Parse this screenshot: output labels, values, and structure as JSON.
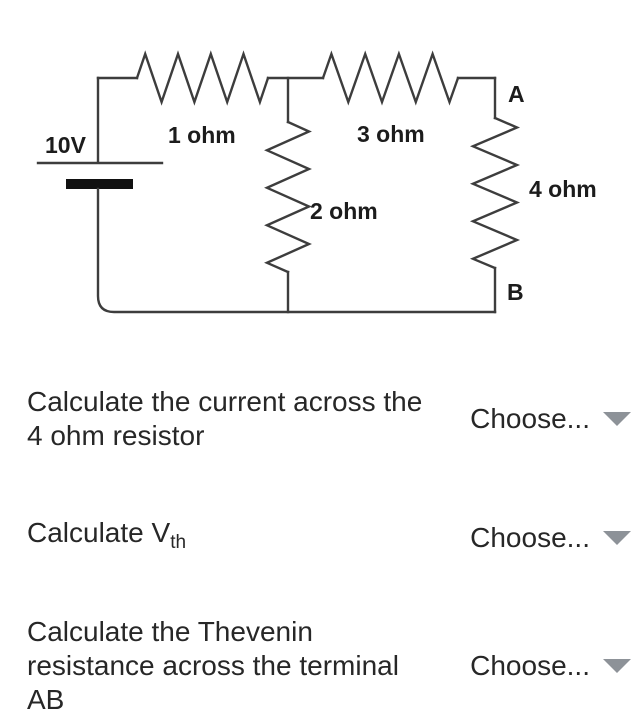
{
  "colors": {
    "background": "#ffffff",
    "question_text": "#272727",
    "dropdown_text": "#272727",
    "dropdown_arrow": "#8d9298",
    "wire": "#3d3d3d",
    "battery_plate": "#111111"
  },
  "icons": {
    "dropdown_arrow": "filled-down-triangle"
  },
  "diagram": {
    "labels": {
      "source": "10V",
      "r1": "1 ohm",
      "r2": "2 ohm",
      "r3": "3 ohm",
      "r4": "4 ohm",
      "terminal_a": "A",
      "terminal_b": "B"
    }
  },
  "questions": [
    {
      "lines": [
        "Calculate the current across the",
        "4 ohm resistor"
      ],
      "choose_label": "Choose..."
    },
    {
      "prefix": "Calculate V",
      "subscript": "th",
      "choose_label": "Choose..."
    },
    {
      "lines": [
        "Calculate the Thevenin",
        "resistance across the terminal",
        "AB"
      ],
      "choose_label": "Choose..."
    }
  ]
}
